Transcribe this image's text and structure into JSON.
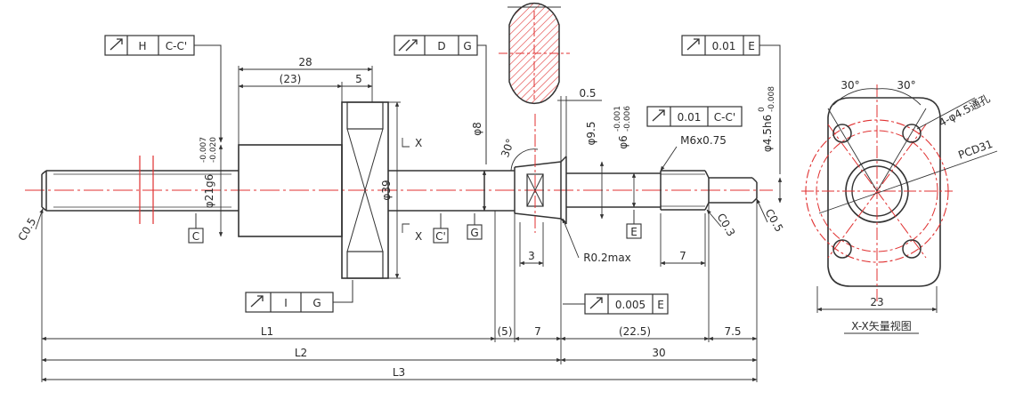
{
  "colors": {
    "outline": "#333333",
    "centerline": "#e03030",
    "hatch": "#e03030",
    "background": "#ffffff"
  },
  "annotations": {
    "tol_h": {
      "symbol": "circular-runout",
      "value": "H",
      "datum": "C-C'"
    },
    "tol_dg": {
      "symbol": "total-runout",
      "value": "D",
      "datum": "G"
    },
    "tol_top_right": {
      "symbol": "circular-runout",
      "value": "0.01",
      "datum": "E"
    },
    "tol_mid": {
      "symbol": "circular-runout",
      "value": "0.01",
      "datum": "C-C'"
    },
    "tol_ig": {
      "symbol": "circular-runout",
      "value": "I",
      "datum": "G"
    },
    "tol_bottom": {
      "symbol": "circular-runout",
      "value": "0.005",
      "datum": "E"
    },
    "datum_c": "C",
    "datum_c2": "C'",
    "datum_g": "G",
    "datum_e": "E"
  },
  "dimensions": {
    "d28": "28",
    "d23p": "(23)",
    "d5": "5",
    "phi21": "φ21g6",
    "phi21_up": "-0.007",
    "phi21_lo": "-0.020",
    "phi39": "φ39",
    "phi8": "φ8",
    "d05": "0.5",
    "phi95": "φ9.5",
    "phi6": "φ6",
    "phi6_up": "-0.001",
    "phi6_lo": "-0.006",
    "m6": "M6x0.75",
    "phi45": "φ4.5h6",
    "phi45_up": "0",
    "phi45_lo": "-0.008",
    "c05_left": "C0.5",
    "c05_right": "C0.5",
    "c03": "C0.3",
    "r02": "R0.2max",
    "d3": "3",
    "d7_mid": "7",
    "ang30": "30°",
    "l1": "L1",
    "d5p": "(5)",
    "d7_bot": "7",
    "d225": "(22.5)",
    "d75": "7.5",
    "l2": "L2",
    "d30": "30",
    "l3": "L3",
    "sec_x_top": "X",
    "sec_x_bot": "X"
  },
  "flange_view": {
    "ang1": "30°",
    "ang2": "30°",
    "holes": "4-φ4.5通孔",
    "pcd": "PCD31",
    "width": "23",
    "title": "X-X矢量视图"
  }
}
